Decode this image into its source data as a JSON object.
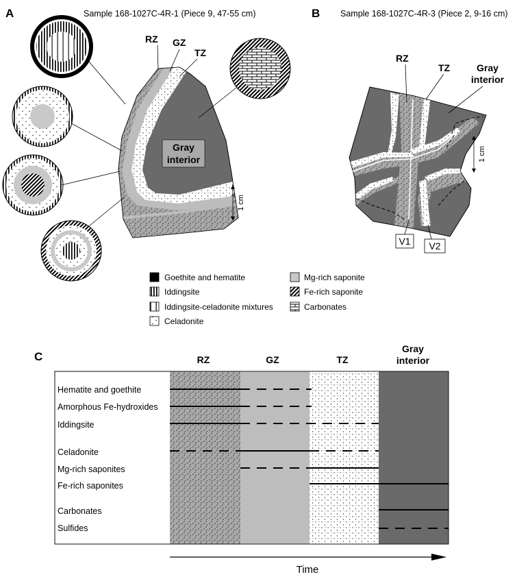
{
  "panel_a": {
    "letter": "A",
    "title": "Sample 168-1027C-4R-1 (Piece 9, 47-55 cm)",
    "zone_rz": "RZ",
    "zone_gz": "GZ",
    "zone_tz": "TZ",
    "interior_line1": "Gray",
    "interior_line2": "interior",
    "scale": "1 cm"
  },
  "panel_b": {
    "letter": "B",
    "title": "Sample 168-1027C-4R-3 (Piece 2, 9-16 cm)",
    "zone_rz": "RZ",
    "zone_tz": "TZ",
    "interior_line1": "Gray",
    "interior_line2": "interior",
    "scale": "1 cm",
    "vein1": "V1",
    "vein2": "V2"
  },
  "legend": [
    {
      "label": "Goethite and hematite",
      "pattern": "solid-black"
    },
    {
      "label": "Iddingsite",
      "pattern": "vertical-lines"
    },
    {
      "label": "Iddingsite-celadonite mixtures",
      "pattern": "vertical-line-sparse"
    },
    {
      "label": "Celadonite",
      "pattern": "dots"
    },
    {
      "label": "Mg-rich saponite",
      "pattern": "light-gray"
    },
    {
      "label": "Fe-rich saponite",
      "pattern": "diagonal-hatch"
    },
    {
      "label": "Carbonates",
      "pattern": "bricks"
    }
  ],
  "panel_c": {
    "letter": "C",
    "columns": [
      {
        "line1": "",
        "line2": "RZ"
      },
      {
        "line1": "",
        "line2": "GZ"
      },
      {
        "line1": "",
        "line2": "TZ"
      },
      {
        "line1": "Gray",
        "line2": "interior"
      }
    ],
    "rows": [
      "Hematite and goethite",
      "Amorphous Fe-hydroxides",
      "Iddingsite",
      "Celadonite",
      "Mg-rich saponites",
      "Fe-rich saponites",
      "Carbonates",
      "Sulfides"
    ],
    "axis_label": "Time"
  },
  "colors": {
    "interior": "#6a6a6a",
    "gz": "#bdbdbd",
    "rz": "#a9a9a9"
  }
}
